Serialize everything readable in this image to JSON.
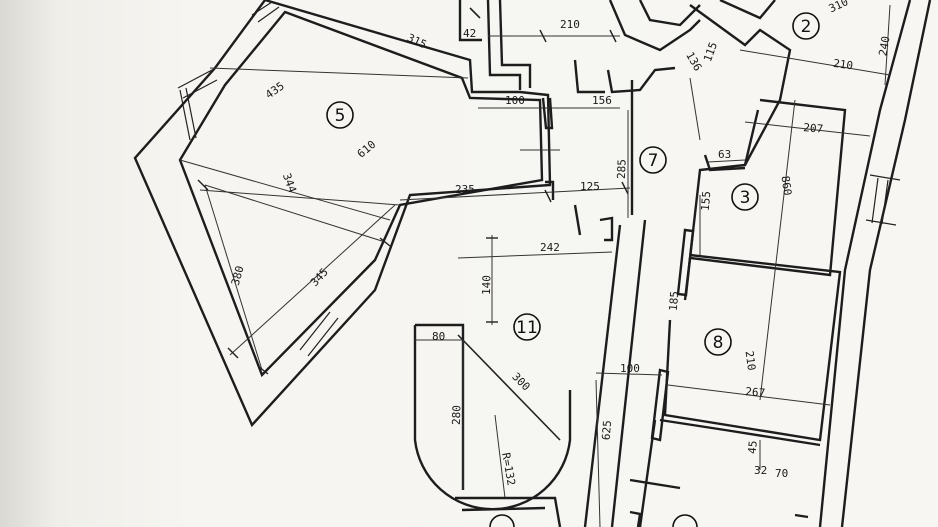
{
  "rooms": [
    {
      "id": "room-5",
      "label": "5"
    },
    {
      "id": "room-7",
      "label": "7"
    },
    {
      "id": "room-11",
      "label": "11"
    },
    {
      "id": "room-3",
      "label": "3"
    },
    {
      "id": "room-8",
      "label": "8"
    },
    {
      "id": "room-2",
      "label": "2"
    }
  ],
  "dimensions": {
    "d210_top": "210",
    "d42": "42",
    "d315": "315",
    "d435": "435",
    "d100_top": "100",
    "d156": "156",
    "d610": "610",
    "d344": "344",
    "d235": "235",
    "d125": "125",
    "d380": "380",
    "d345": "345",
    "d242": "242",
    "d140": "140",
    "d80": "80",
    "d300": "300",
    "d280": "280",
    "dR132": "R=132",
    "d285": "285",
    "d625": "625",
    "d136": "136",
    "d115": "115",
    "d63": "63",
    "d207": "207",
    "d860": "860",
    "d155": "155",
    "d185": "185",
    "d210_room8": "210",
    "d100_mid": "100",
    "d267": "267",
    "d45": "45",
    "d32": "32",
    "d70": "70",
    "d310": "310",
    "d210_room2": "210",
    "d240": "240"
  }
}
